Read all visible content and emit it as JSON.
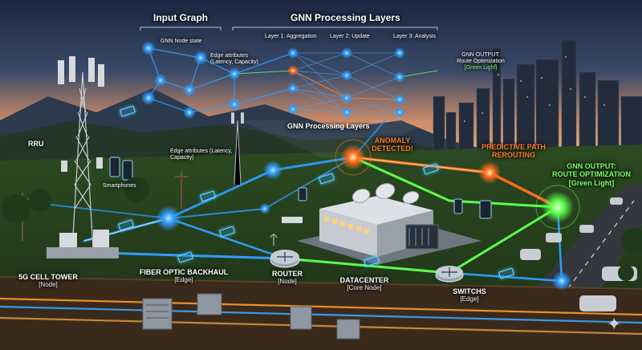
{
  "header": {
    "input_graph": "Input Graph",
    "gnn_processing_layers": "GNN Processing Layers",
    "layer1": "Layer 1: Aggregation",
    "layer2": "Layer 2: Update",
    "layer3": "Layer 3: Analysis"
  },
  "graph_labels": {
    "node_state": "GNN Node state",
    "edge_attributes_top": "Edge attributes (Latency, Capacity)",
    "layers_caption": "GNN Processing Layers",
    "gnn_output_top": "GNN OUTPUT:",
    "gnn_output_top_sub": "Route Optimization",
    "gnn_output_top_green": "[Green Light]"
  },
  "scene_labels": {
    "rru": "RRU",
    "edge_attributes_mid": "Edge attributes (Latency, Capacity)",
    "smartphones": "Smartphones",
    "anomaly_1": "ANOMALY",
    "anomaly_2": "DETECTED!",
    "predictive_1": "PREDICTIVE PATH",
    "predictive_2": "REROUTING",
    "gnn_output_1": "GNN OUTPUT:",
    "gnn_output_2": "ROUTE OPTIMIZATION",
    "gnn_output_3": "[Green Light]",
    "cell_tower": "5G CELL TOWER",
    "cell_tower_sub": "[Node]",
    "fiber": "FIBER OPTIC BACKHAUL",
    "fiber_sub": "[Edge]",
    "router": "ROUTER",
    "router_sub": "[Node]",
    "datacenter": "DATACENTER",
    "datacenter_sub": "[Core Node]",
    "switchs": "SWITCHS",
    "switchs_sub": "[Edge]"
  },
  "colors": {
    "graph_blue": "#2f9dff",
    "anomaly_orange": "#ff6a1a",
    "optimized_green": "#5cff4a",
    "sky_top": "#23304a",
    "sunset": "#e9a06a"
  },
  "icons": [
    "cell-tower-icon",
    "router-icon",
    "switch-icon",
    "datacenter-icon",
    "smartphone-icon",
    "satellite-dish-icon",
    "sparkle-icon"
  ]
}
